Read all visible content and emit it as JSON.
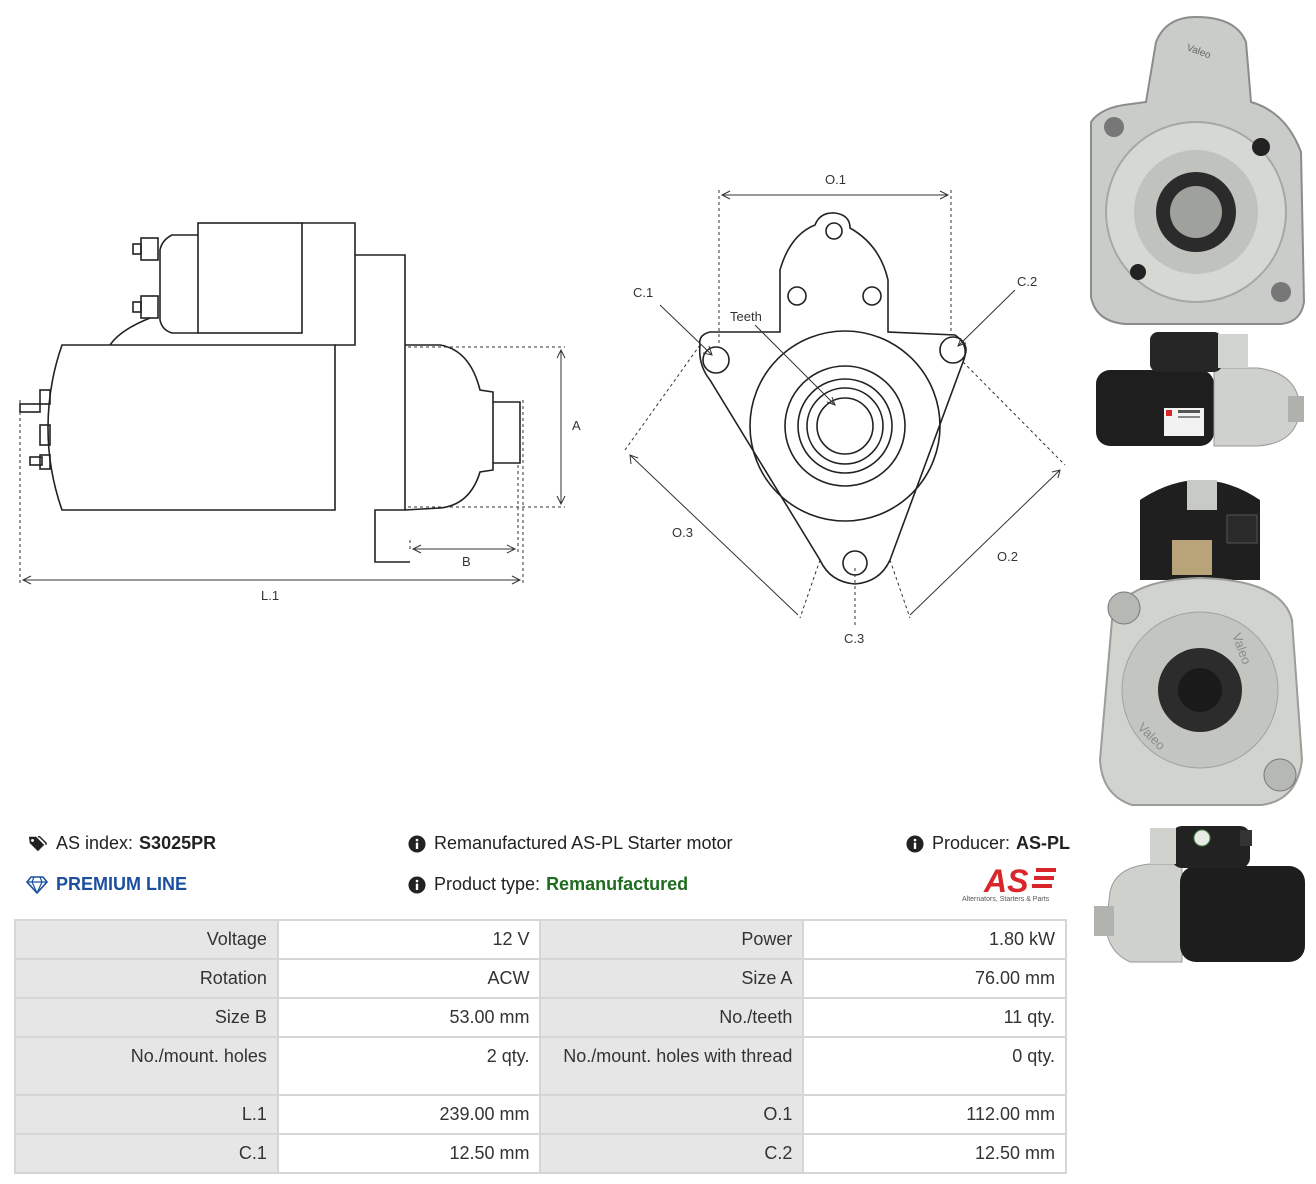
{
  "drawing_labels": {
    "a": "A",
    "b": "B",
    "l1": "L.1",
    "o1": "O.1",
    "o2": "O.2",
    "o3": "O.3",
    "c1": "C.1",
    "c2": "C.2",
    "c3": "C.3",
    "teeth": "Teeth"
  },
  "product": {
    "as_index_label": "AS index:",
    "as_index_value": "S3025PR",
    "description": "Remanufactured AS-PL Starter motor",
    "producer_label": "Producer:",
    "producer_value": "AS-PL",
    "line": "PREMIUM LINE",
    "type_label": "Product type:",
    "type_value": "Remanufactured"
  },
  "logo": {
    "mark": "AS",
    "tagline": "Alternators, Starters & Parts"
  },
  "photo_marks": {
    "brand_top": "Valeo",
    "brand_bottom_1": "Valeo",
    "brand_bottom_2": "Valeo"
  },
  "colors": {
    "logo_red": "#d8262a",
    "premium_blue": "#1c4fa0",
    "type_green": "#1f6b1f"
  },
  "specs": [
    {
      "k1": "Voltage",
      "v1": "12 V",
      "k2": "Power",
      "v2": "1.80 kW"
    },
    {
      "k1": "Rotation",
      "v1": "ACW",
      "k2": "Size A",
      "v2": "76.00 mm"
    },
    {
      "k1": "Size B",
      "v1": "53.00 mm",
      "k2": "No./teeth",
      "v2": "11 qty."
    },
    {
      "k1": "No./mount. holes",
      "v1": "2 qty.",
      "k2": "No./mount. holes with thread",
      "v2": "0 qty."
    },
    {
      "k1": "L.1",
      "v1": "239.00 mm",
      "k2": "O.1",
      "v2": "112.00 mm"
    },
    {
      "k1": "C.1",
      "v1": "12.50 mm",
      "k2": "C.2",
      "v2": "12.50 mm"
    }
  ]
}
